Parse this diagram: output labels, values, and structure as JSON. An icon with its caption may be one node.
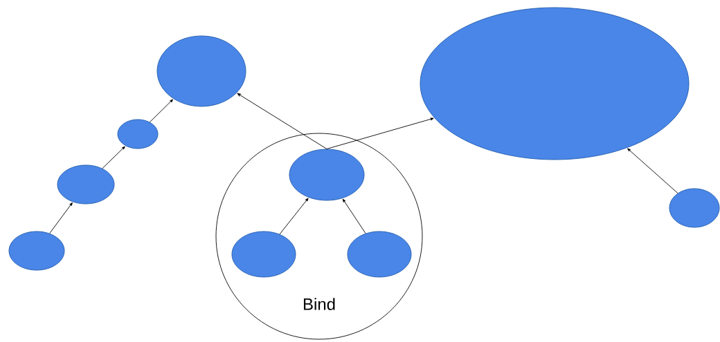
{
  "diagram": {
    "nodes": [
      {
        "text": [
          "Bind"
        ]
      },
      {
        "text": [],
        "shape": "ellipse"
      },
      {
        "text": [],
        "shape": "ellipse"
      },
      {
        "text": [],
        "shape": "ellipse"
      },
      {
        "text": [],
        "shape": "ellipse"
      },
      {
        "text": [],
        "shape": "ellipse"
      },
      {
        "text": [],
        "shape": "ellipse",
        "in": 0
      },
      {
        "text": [],
        "shape": "ellipse",
        "in": 0
      },
      {
        "text": [],
        "shape": "ellipse",
        "in": 0
      },
      {
        "text": [],
        "shape": "ellipse"
      }
    ],
    "edges": [
      {
        "from": 4,
        "to": 3,
        "arrow": "to"
      },
      {
        "from": 3,
        "to": 2,
        "arrow": "to"
      },
      {
        "from": 2,
        "to": 1,
        "arrow": "to"
      },
      {
        "from": 6,
        "to": 1,
        "arrow": "to"
      },
      {
        "from": 6,
        "to": 5,
        "arrow": "to"
      },
      {
        "from": 7,
        "to": 6,
        "arrow": "to"
      },
      {
        "from": 8,
        "to": 6,
        "arrow": "to"
      },
      {
        "from": 9,
        "to": 5,
        "arrow": "to"
      }
    ]
  }
}
